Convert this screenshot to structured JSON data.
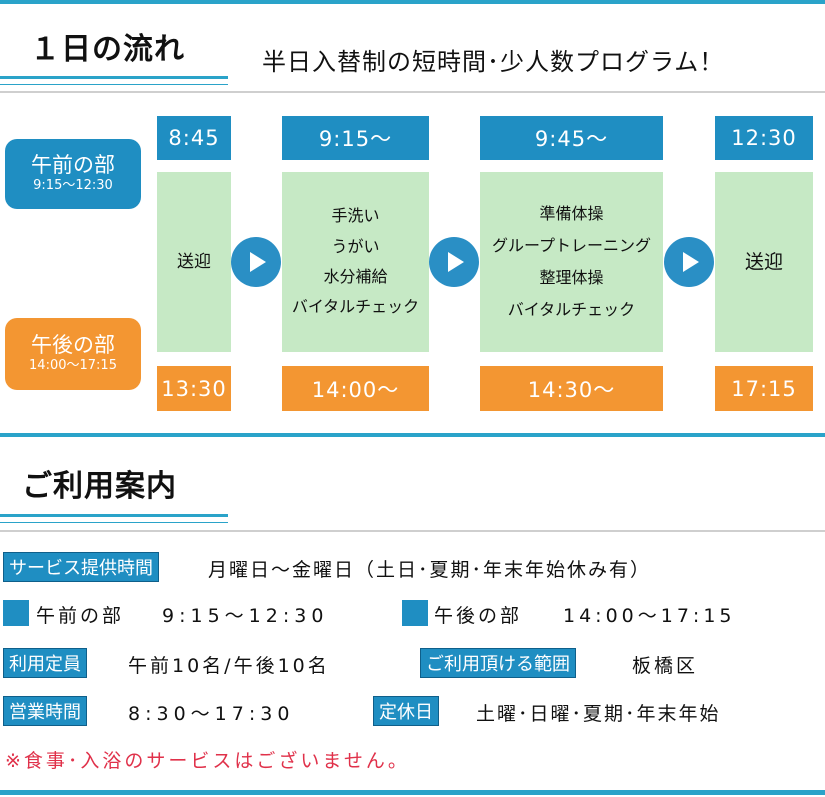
{
  "schedule": {
    "title": "１日の流れ",
    "subtitle": "半日入替制の短時間･少人数プログラム！",
    "morning": {
      "label": "午前の部",
      "time": "9:15〜12:30"
    },
    "afternoon": {
      "label": "午後の部",
      "time": "14:00〜17:15"
    },
    "columns": [
      {
        "am_time": "8:45",
        "content": "送迎",
        "pm_time": "13:30"
      },
      {
        "am_time": "9:15〜",
        "content": "手洗い\nうがい\n水分補給\nバイタルチェック",
        "pm_time": "14:00〜"
      },
      {
        "am_time": "9:45〜",
        "content": "準備体操\nグループトレーニング\n整理体操\nバイタルチェック",
        "pm_time": "14:30〜"
      },
      {
        "am_time": "12:30",
        "content": "送迎",
        "pm_time": "17:15"
      }
    ],
    "colors": {
      "accent_blue": "#1f8ec2",
      "accent_orange": "#f39632",
      "content_green": "#c6e9c5"
    }
  },
  "guide": {
    "title": "ご利用案内",
    "service_hours": {
      "label": "サービス提供時間",
      "value": "月曜日〜金曜日（土日･夏期･年末年始休み有）"
    },
    "morning_session": {
      "label": "午前の部",
      "value": "9:15〜12:30"
    },
    "afternoon_session": {
      "label": "午後の部",
      "value": "14:00〜17:15"
    },
    "capacity": {
      "label": "利用定員",
      "value": "午前10名/午後10名"
    },
    "area": {
      "label": "ご利用頂ける範囲",
      "value": "板橋区"
    },
    "business_hours": {
      "label": "営業時間",
      "value": "8:30〜17:30"
    },
    "holidays": {
      "label": "定休日",
      "value": "土曜･日曜･夏期･年末年始"
    },
    "note": "※食事･入浴のサービスはございません。"
  }
}
